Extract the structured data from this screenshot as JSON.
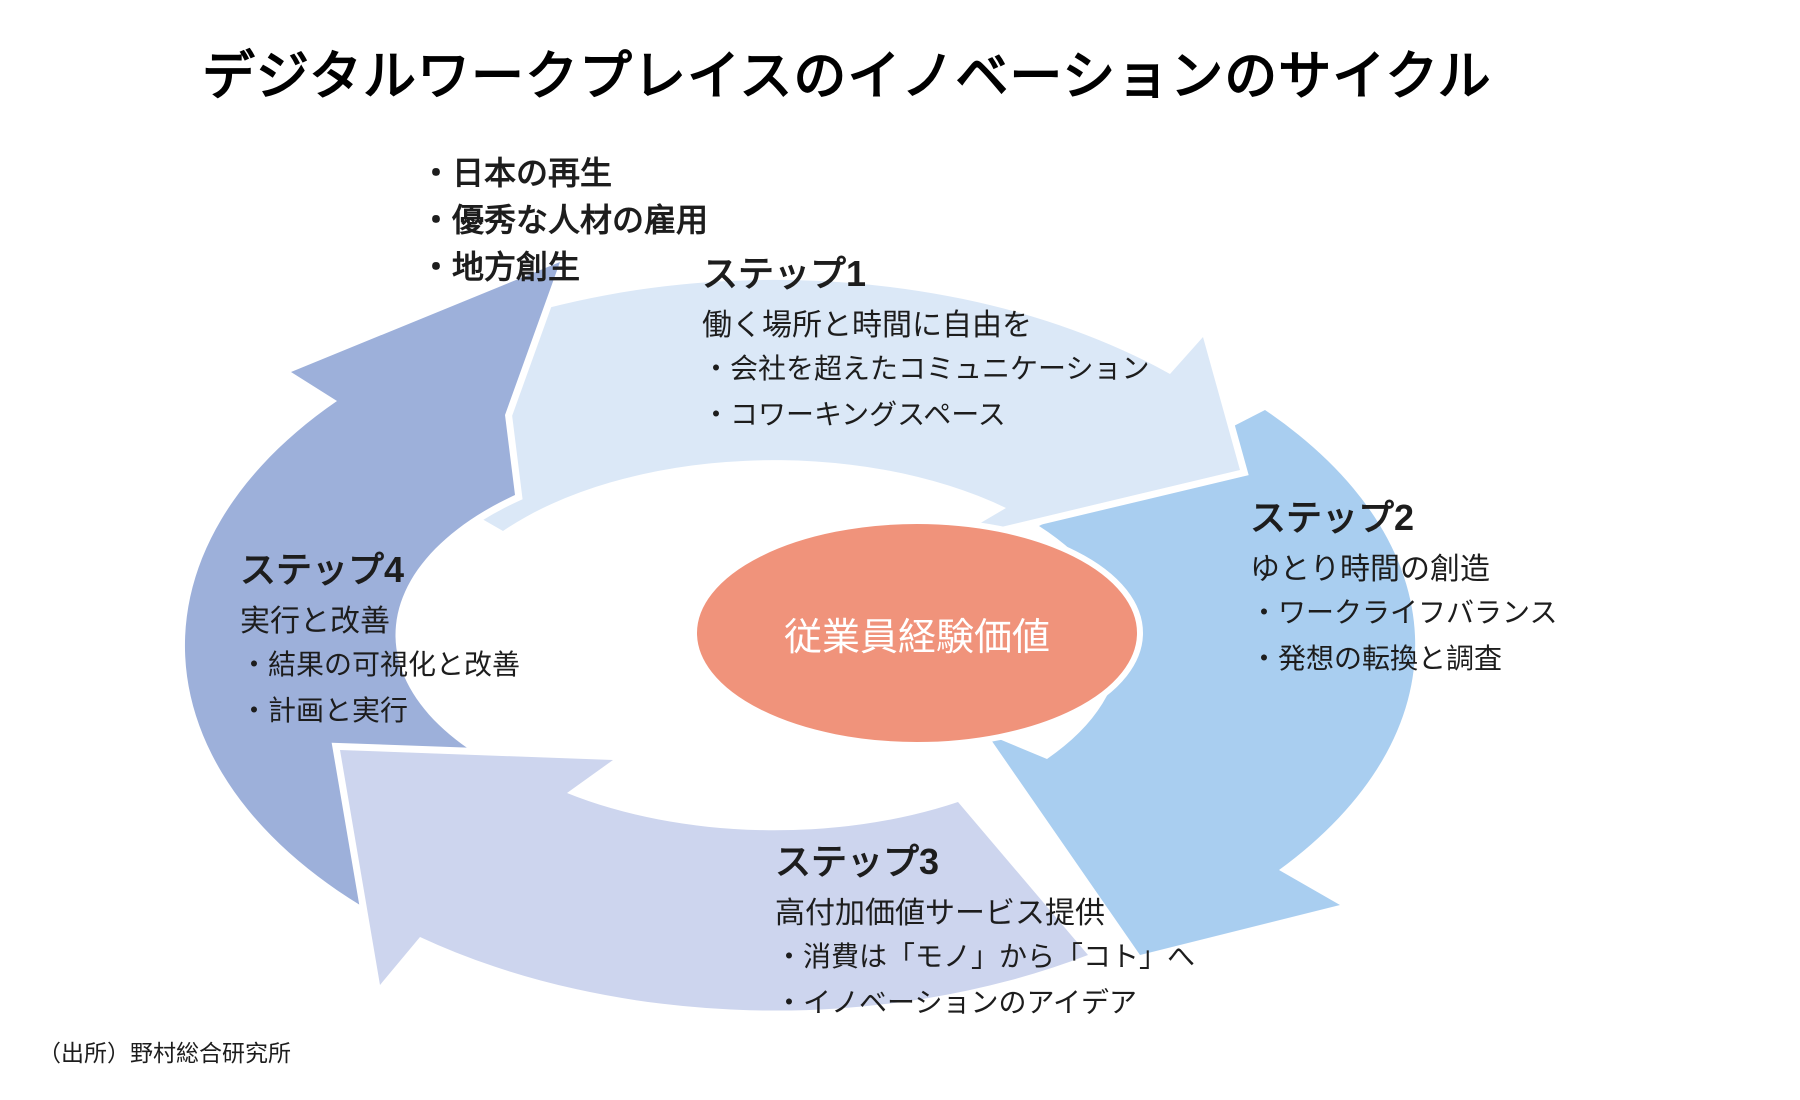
{
  "title": "デジタルワークプレイスのイノベーションのサイクル",
  "goals": {
    "items": [
      "・日本の再生",
      "・優秀な人材の雇用",
      "・地方創生"
    ]
  },
  "center": {
    "label": "従業員経験価値",
    "color": "#f0937b"
  },
  "steps": [
    {
      "heading": "ステップ1",
      "subheading": "働く場所と時間に自由を",
      "bullets": [
        "・会社を超えたコミュニケーション",
        "・コワーキングスペース"
      ],
      "arrow_color": "#dbe8f7"
    },
    {
      "heading": "ステップ2",
      "subheading": "ゆとり時間の創造",
      "bullets": [
        "・ワークライフバランス",
        "・発想の転換と調査"
      ],
      "arrow_color": "#a9cef0"
    },
    {
      "heading": "ステップ3",
      "subheading": "高付加価値サービス提供",
      "bullets": [
        "・消費は「モノ」から「コト」へ",
        "・イノベーションのアイデア"
      ],
      "arrow_color": "#cdd5ee"
    },
    {
      "heading": "ステップ4",
      "subheading": "実行と改善",
      "bullets": [
        "・結果の可視化と改善",
        "・計画と実行"
      ],
      "arrow_color": "#9db0da"
    }
  ],
  "source": "（出所）野村総合研究所"
}
